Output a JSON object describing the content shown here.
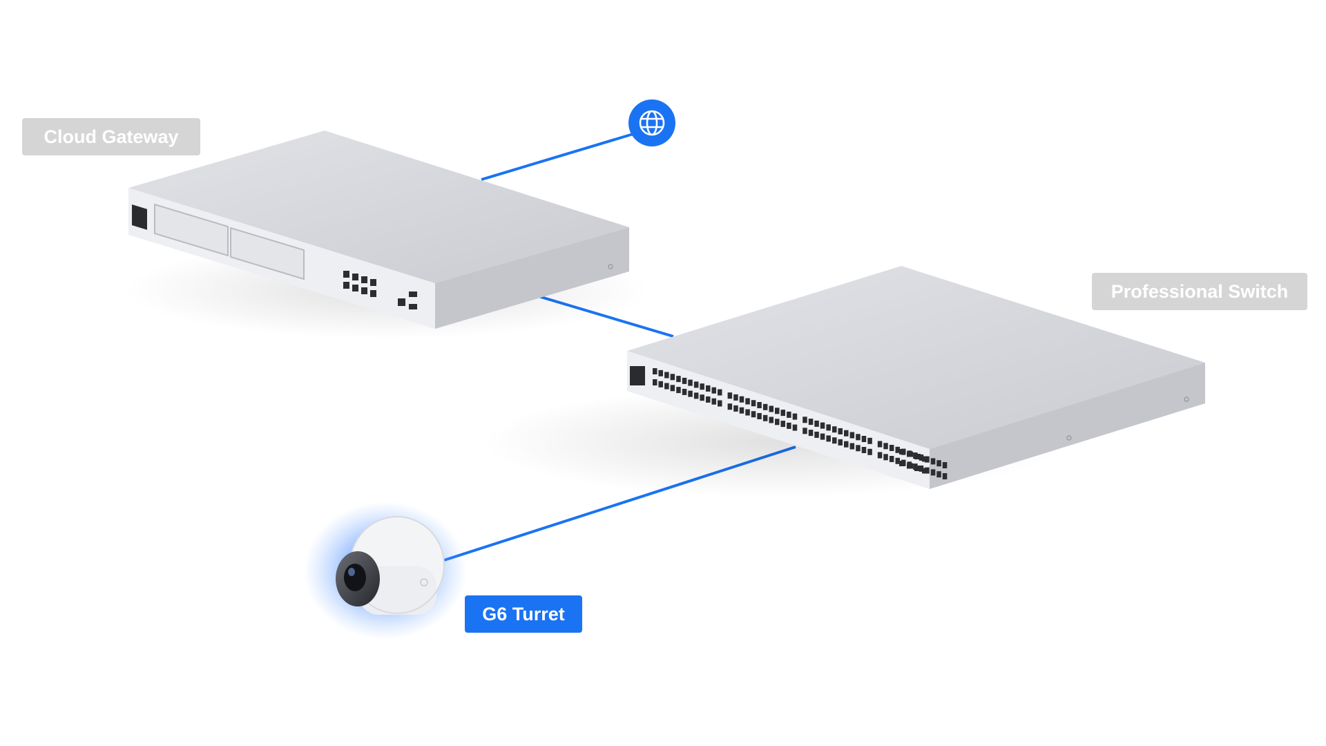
{
  "labels": {
    "gateway": "Cloud Gateway",
    "switch": "Professional Switch",
    "turret": "G6 Turret"
  },
  "icons": {
    "internet": "globe-icon"
  },
  "colors": {
    "link": "#1a73f2",
    "label_inactive_bg": "#d5d5d5",
    "label_active_bg": "#1a73f2",
    "device_body": "#d9dadd"
  }
}
